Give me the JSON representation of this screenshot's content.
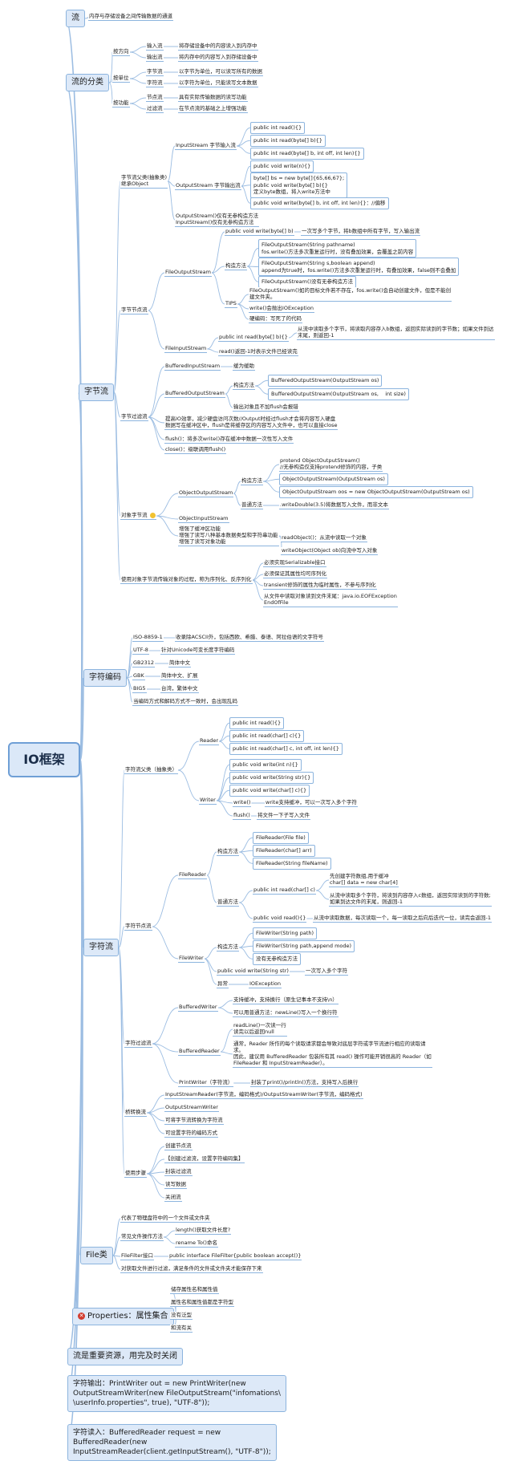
{
  "root": "IO框架",
  "nodes": {
    "liu": "流",
    "liu_def": "内存与存储设备之间传输数据的通道",
    "fenlei": "流的分类",
    "fx": "按方向",
    "fx_in": "输入流",
    "fx_in_d": "将存储设备中的内容读入到内存中",
    "fx_out": "输出流",
    "fx_out_d": "将内存中的内容写入到存储设备中",
    "dw": "按单位",
    "dw_byte": "字节流",
    "dw_byte_d": "以字节为单位，可以读写所有的数据",
    "dw_char": "字符流",
    "dw_char_d": "以字符为单位，只能读写文本数据",
    "gn": "按功能",
    "gn_node": "节点流",
    "gn_node_d": "具有实际传输数据的读写功能",
    "gn_filter": "过滤流",
    "gn_filter_d": "在节点流的基础之上增强功能",
    "zjl": "字节流",
    "zj_parent": "字节流父类(抽象类)\n继承Object",
    "is": "InputStream 字节输入流",
    "is1": "public int read(){}",
    "is2": "public int read(byte[] b){}",
    "is3": "public int read(byte[] b, int off, int len){}",
    "os": "OutputStream 字节输出流",
    "os1": "public void write(n){}",
    "os2": "byte[] bs = new byte[]{65,66,67};\npublic void write(byte[] b){}\n定义byte数组，将入write方法中",
    "os3": "public void write(byte[] b, int off, int len){}：//偏移",
    "os_note": "OutputStream()仅有无参构造方法\nInputStream()仅有无参构造方法",
    "zj_node": "字节节点流",
    "fos": "FileOutputStream",
    "fos_w": "public void write(byte[] b)",
    "fos_w_d": "一次写多个字节，将b数组中所有字节，写入输出流",
    "fos_ctor": "构造方法",
    "fos_c1": "FileOutputStream(String pathname)\nfos.write()方法多次重复运行时，没有叠加效果，会覆盖之前内容",
    "fos_c2": "FileOutputStream(String s,boolean append)\nappend为true时，fos.write()方法多次重复运行时，有叠加效果，false则不会叠加",
    "fos_c3": "FileOutputStream()没有无参构造方法",
    "fos_tips": "TIPS",
    "fos_t1": "FileOutputStream()如的目标文件若不存在，fos.write()会自动创建文件，但是不能创\n建文件夹。",
    "fos_t2": "write()会抛出IOException",
    "fos_t3": "硬编码：写死了的代码",
    "fis": "FileInputStream",
    "fis_r1": "public int read(byte[] b){}",
    "fis_r1_d": "从流中读取多个字节，将读取内容存入b数组，返回实际读到的字节数；如果文件到达\n末尾，则返回-1",
    "fis_r2": "read()返回-1时表示文件已经读完",
    "zj_filter": "字节过滤流",
    "bis": "BufferedInputStream",
    "bis_d": "缓为缓助",
    "bos": "BufferedOutputStream",
    "bos_ctor": "构造方法",
    "bos_c1": "BufferedOutputStream(OutputStream os)",
    "bos_c2": "BufferedOutputStream(OutputStream os,    int size)",
    "bos_note": "输出对象且不加flush会报错",
    "buf_note": "提高IO效率，减少硬盘访问次数//Output时经过flush才会将内容写入硬盘\n数据写在缓冲区中，flush是将缓存区的内容写入文件中，也可以直接close",
    "flush_d": "flush()：将多次write()存在缓冲中数据一次性写入文件",
    "close_d": "close()：级联调用flush()",
    "obj": "对象字节流",
    "oos": "ObjectOutputStream",
    "oos_ctor": "构造方法",
    "oos_c1": "protend ObjectOutputStream()\n//无参构造仅支持protend修饰的内容，子类",
    "oos_c2": "ObjectOutputStream(OutputStream os)",
    "oos_c3": "ObjectOutputStream oos = new ObjectOutputStream(OutputStream os)",
    "oos_m": "普通方法",
    "oos_m1": ".writeDouble(3.5)将数据写入文件，而非文本",
    "ois": "ObjectInputStream",
    "ois_d1": "增强了缓冲区功能\n增强了读写八种基本数据类型和字符串功能\n增强了读写对象功能",
    "ois_r": "readObject()：从流中读取一个对象",
    "ois_w": "writeObject(Object ob)向流中写入对象",
    "ser": "使用对象字节流传输对象的过程，称为序列化、反序列化",
    "ser1": "必须实现Serializable接口",
    "ser2": "必须保证其属性均可序列化",
    "ser3": "transient修饰的属性为临时属性，不参与序列化",
    "ser4": "从文件中读取对象读到文件末尾：java.io.EOFException\nEndOfFile",
    "enc": "字符编码",
    "e1": "ISO-8859-1",
    "e1_d": "收录除ACSCII外，包括西欧、希腊、泰语、阿拉伯语的文字符号",
    "e2": "UTF-8",
    "e2_d": "针对Unicode可变长度字符编码",
    "e3": "GB2312",
    "e3_d": "简体中文",
    "e4": "GBK",
    "e4_d": "简体中文、扩展",
    "e5": "BIG5",
    "e5_d": "台湾，繁体中文",
    "e6": "当编码方式和解码方式不一致时，会出现乱码",
    "zfl": "字符流",
    "zf_parent": "字符流父类（抽象类）",
    "reader": "Reader",
    "r1": "public int read(){}",
    "r2": "public int read(char[] c){}",
    "r3": "public int read(char[] c, int off, int len){}",
    "writer": "Writer",
    "w1": "public void write(int n){}",
    "w2": "public void write(String str){}",
    "w3": "public void write(char[] c){}",
    "w4": "write()",
    "w4_d": "write支持缓冲，可以一次写入多个字符",
    "w5": "flush()",
    "w5_d": "将文件一下子写入文件",
    "zf_node": "字符节点流",
    "fr": "FileReader",
    "fr_ctor": "构造方法",
    "fr_c1": "FileReader(File file)",
    "fr_c2": "FileReader(char[] arr)",
    "fr_c3": "FileReader(String fileName)",
    "fr_m": "普通方法",
    "fr_m1": "public int read(char[] c)",
    "fr_m1_a": "先创建字符数组,用于缓冲\nchar[] data = new char[4]",
    "fr_m1_b": "从流中读取多个字符，将读到内容存入c数组，返回实际读到的字符数;\n如果到达文件的末尾，则返回-1",
    "fr_m2": "public void read(){}",
    "fr_m2_d": "从流中读取数据，每次读取一个，每一读取之后向后迭代一位，读完会返回-1",
    "fw": "FileWriter",
    "fw_ctor": "构造方法",
    "fw_c1": "FileWriter(String path)",
    "fw_c2": "FileWriter(String path,append mode)",
    "fw_c3": "没有无参构造方法",
    "fw_m": "public void write(String str)",
    "fw_m_d": "一次写入多个字符",
    "fw_ex": "异常",
    "fw_ex_d": "IOException",
    "zf_filter": "字符过滤流",
    "bw": "BufferedWriter",
    "bw1": "支持缓冲，支持换行（原生记事本不支持\\n）",
    "bw2": "可以用普通方法：newLine()写入一个换行符",
    "br": "BufferedReader",
    "br1": "readLine()一次读一行\n读完以后返回null",
    "br2": "通常，Reader 所作的每个读取请求都会导致对底层字符或字节流进行相应的读取请\n求。\n因此，建议用 BufferedReader 包装所有其 read() 操作可能开销很高的 Reader（如\nFileReader 和 InputStreamReader）。",
    "pw": "PrintWriter（字符流）",
    "pw_d": "封装了print()/println()方法，支持写入后换行",
    "bridge": "桥转换流",
    "bridge_d": "InputStreamReader(字节流，编码格式)/OutputStreamWriter(字节流，编码格式)",
    "bridge1": "OutputStreamWriter",
    "bridge2": "可将字节流转换为字符流",
    "bridge3": "可设置字符的编码方式",
    "steps": "使用步骤",
    "s1": "创建节点流",
    "s2": "【创建过滤流，设置字符编码集】",
    "s3": "封装过滤流",
    "s4": "读写数据",
    "s5": "关闭流",
    "file": "File类",
    "f1": "代表了物理盘符中的一个文件或文件夹",
    "f2": "常见文件操作方法",
    "f2a": "length()获取文件长度?",
    "f2b": "rename To()命名",
    "f3": "FileFilter接口",
    "f3_d": "public interface FileFilter{public boolean accept()}",
    "f4": "对获取文件进行过滤，满足条件的文件或文件夹才能保存下来",
    "props": "Properties：属性集合",
    "p1": "储存属性名和属性值",
    "p2": "属性名和属性值都是字符型",
    "p3": "没有泛型",
    "p4": "和流有关",
    "close_all": "流是重要资源，用完及时关闭",
    "ex_out": "字符输出：PrintWriter out = new PrintWriter(new\nOutputStreamWriter(new FileOutputStream(\"infomations\\\n\\userInfo.properties\", true), \"UTF-8\"));",
    "ex_in": "字符读入：BufferedReader request = new\nBufferedReader(new\nInputStreamReader(client.getInputStream(), \"UTF-8\"));"
  },
  "colors": {
    "line": "#9cbde2",
    "main_fill": "#dde9f8",
    "border": "#8cb4de",
    "root_border": "#6f9fd6",
    "star": "#f2c230",
    "error": "#d23b2e"
  }
}
